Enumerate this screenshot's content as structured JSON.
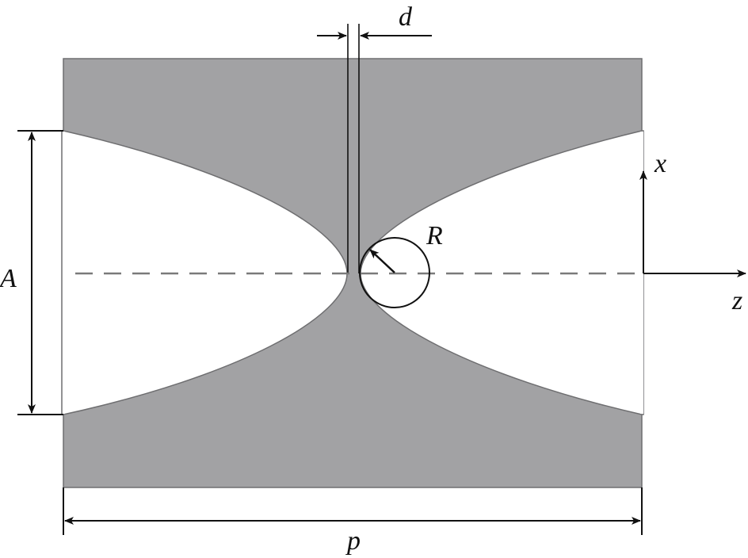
{
  "labels": {
    "d": "d",
    "R": "R",
    "A": "A",
    "p": "p",
    "x": "x",
    "z": "z"
  },
  "colors": {
    "fill": "#a2a2a4",
    "edge": "#6e6e70",
    "line": "#111111",
    "dash": "#7a7a7a"
  }
}
